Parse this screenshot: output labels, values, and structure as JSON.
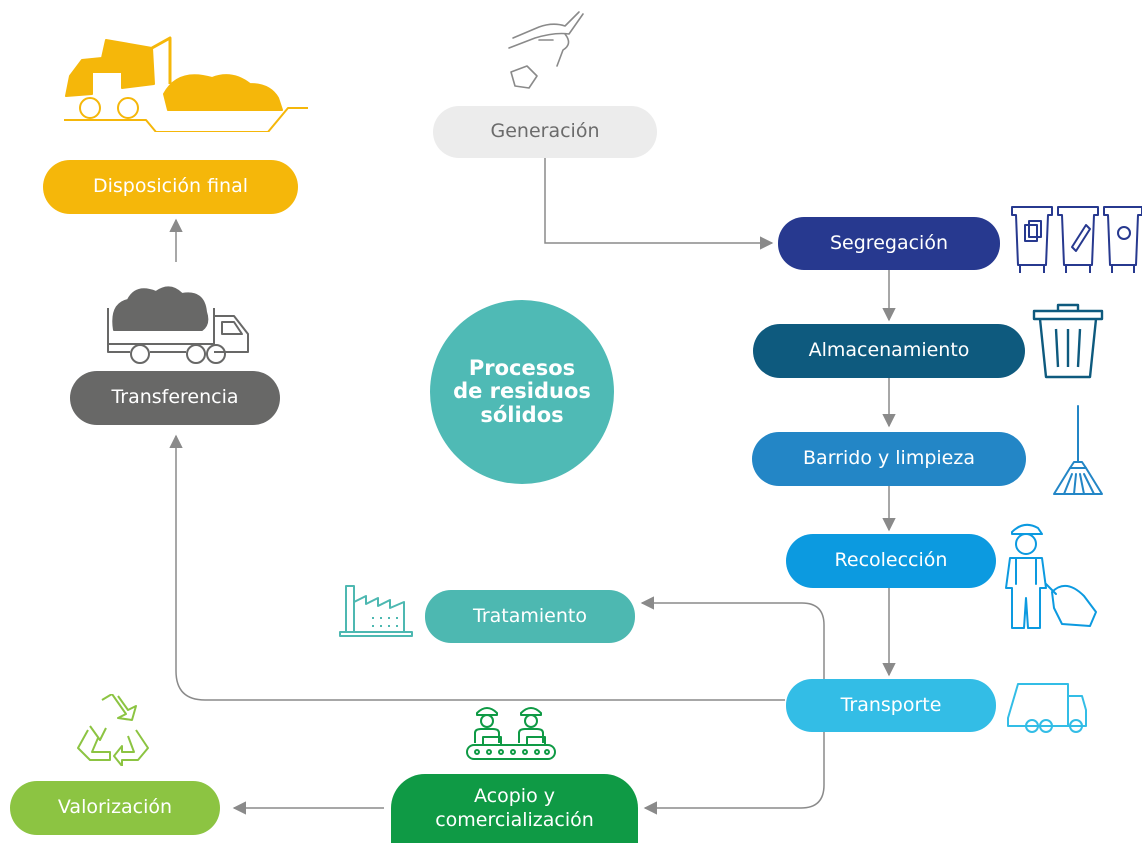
{
  "diagram": {
    "center_title": "Procesos\nde residuos\nsólidos",
    "steps": {
      "generacion": "Generación",
      "segregacion": "Segregación",
      "almacenamiento": "Almacenamiento",
      "barrido": "Barrido y limpieza",
      "recoleccion": "Recolección",
      "transporte": "Transporte",
      "tratamiento": "Tratamiento",
      "acopio": "Acopio y\ncomercialización",
      "valorizacion": "Valorización",
      "transferencia": "Transferencia",
      "disposicion": "Disposición final"
    },
    "colors": {
      "generacion": "#ececec",
      "segregacion": "#27398f",
      "almacenamiento": "#0e5a7e",
      "barrido": "#2386c6",
      "recoleccion": "#0c9ae0",
      "transporte": "#33bde6",
      "tratamiento": "#4db8b1",
      "acopio": "#0f9a45",
      "valorizacion": "#8cc442",
      "transferencia": "#686867",
      "disposicion": "#f5b70a",
      "center": "#4fbab5",
      "arrow": "#8a8a8a"
    },
    "icons": [
      "hand-dropping-waste-icon",
      "recycling-bins-icon",
      "trash-can-icon",
      "broom-icon",
      "waste-collector-icon",
      "garbage-truck-icon",
      "factory-icon",
      "workers-conveyor-icon",
      "recycle-icon",
      "transfer-truck-icon",
      "dump-truck-landfill-icon"
    ]
  }
}
